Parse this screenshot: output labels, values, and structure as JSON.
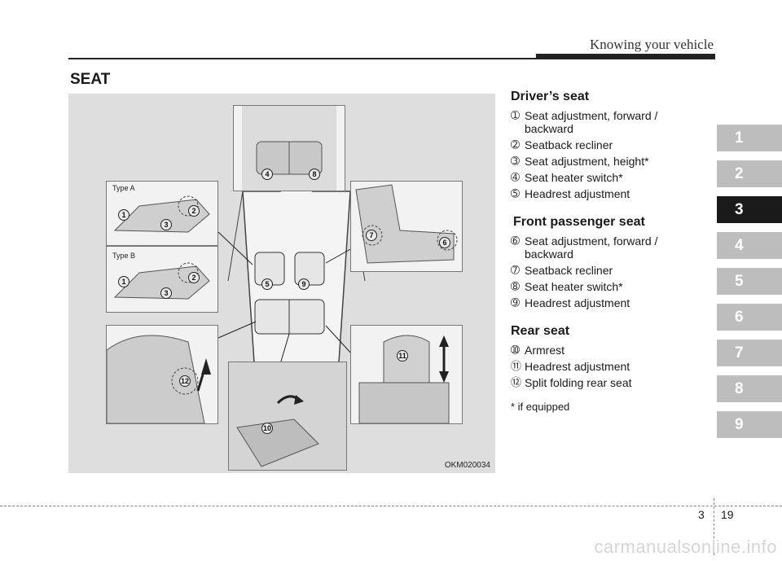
{
  "header": {
    "chapter_title": "Knowing your vehicle"
  },
  "section": {
    "title": "SEAT"
  },
  "figure": {
    "code": "OKM020034",
    "type_a": "Type A",
    "type_b": "Type B",
    "callouts": [
      "1",
      "2",
      "3",
      "4",
      "5",
      "6",
      "7",
      "8",
      "9",
      "10",
      "11",
      "12"
    ]
  },
  "drivers_seat": {
    "heading": "Driver’s seat",
    "items": [
      {
        "num": "➀",
        "text": "Seat adjustment, forward / backward"
      },
      {
        "num": "➁",
        "text": "Seatback recliner"
      },
      {
        "num": "➂",
        "text": "Seat adjustment, height*"
      },
      {
        "num": "➃",
        "text": "Seat heater switch*"
      },
      {
        "num": "➄",
        "text": "Headrest adjustment"
      }
    ]
  },
  "passenger_seat": {
    "heading": "Front passenger seat",
    "items": [
      {
        "num": "➅",
        "text": "Seat adjustment, forward / backward"
      },
      {
        "num": "➆",
        "text": "Seatback recliner"
      },
      {
        "num": "➇",
        "text": "Seat heater switch*"
      },
      {
        "num": "➈",
        "text": "Headrest adjustment"
      }
    ]
  },
  "rear_seat": {
    "heading": "Rear seat",
    "items": [
      {
        "num": "➉",
        "text": "Armrest"
      },
      {
        "num": "⑪",
        "text": "Headrest adjustment"
      },
      {
        "num": "⑫",
        "text": "Split folding rear seat"
      }
    ]
  },
  "footnote": "* if equipped",
  "chapter_tabs": [
    "1",
    "2",
    "3",
    "4",
    "5",
    "6",
    "7",
    "8",
    "9"
  ],
  "active_tab": "3",
  "footer": {
    "chapter": "3",
    "page": "19"
  },
  "watermark": "carmanualsonline.info"
}
